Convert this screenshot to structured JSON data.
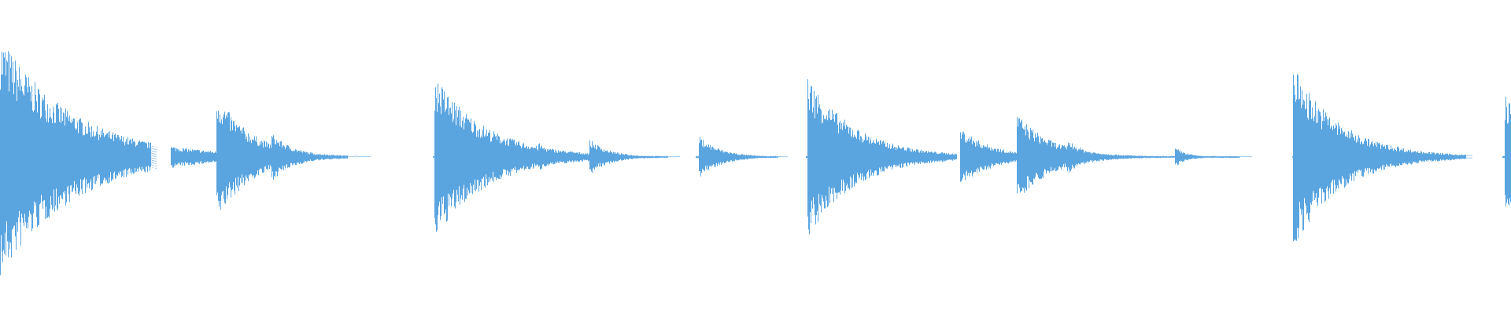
{
  "waveform": {
    "color": "#5aa5e0",
    "baseline_amplitude": 0.006,
    "transients": [
      {
        "t": 0.0,
        "peak": 0.78,
        "decay": 90
      },
      {
        "t": 0.0445,
        "peak": 0.12,
        "decay": 30
      },
      {
        "t": 0.1145,
        "peak": 0.06,
        "decay": 14
      },
      {
        "t": 0.1435,
        "peak": 0.4,
        "decay": 45
      },
      {
        "t": 0.18,
        "peak": 0.15,
        "decay": 30
      },
      {
        "t": 0.288,
        "peak": 0.52,
        "decay": 65
      },
      {
        "t": 0.3245,
        "peak": 0.09,
        "decay": 22
      },
      {
        "t": 0.3565,
        "peak": 0.09,
        "decay": 22
      },
      {
        "t": 0.3905,
        "peak": 0.11,
        "decay": 26
      },
      {
        "t": 0.463,
        "peak": 0.13,
        "decay": 28
      },
      {
        "t": 0.5345,
        "peak": 0.52,
        "decay": 60
      },
      {
        "t": 0.57,
        "peak": 0.09,
        "decay": 22
      },
      {
        "t": 0.6355,
        "peak": 0.19,
        "decay": 40
      },
      {
        "t": 0.673,
        "peak": 0.28,
        "decay": 45
      },
      {
        "t": 0.7065,
        "peak": 0.11,
        "decay": 26
      },
      {
        "t": 0.778,
        "peak": 0.06,
        "decay": 16
      },
      {
        "t": 0.856,
        "peak": 0.58,
        "decay": 60
      },
      {
        "t": 0.892,
        "peak": 0.09,
        "decay": 22
      },
      {
        "t": 0.925,
        "peak": 0.07,
        "decay": 18
      },
      {
        "t": 0.996,
        "peak": 0.42,
        "decay": 30
      }
    ],
    "silent_gaps": [
      [
        0.1035,
        0.1125
      ],
      [
        0.245,
        0.286
      ],
      [
        0.45,
        0.46
      ],
      [
        0.521,
        0.533
      ],
      [
        0.633,
        0.635
      ],
      [
        0.8285,
        0.855
      ],
      [
        0.974,
        0.994
      ]
    ],
    "faded_regions": [
      [
        0.1,
        0.104
      ],
      [
        0.23,
        0.245
      ],
      [
        0.442,
        0.451
      ],
      [
        0.515,
        0.521
      ],
      [
        0.82,
        0.8285
      ],
      [
        0.97,
        0.974
      ]
    ]
  }
}
